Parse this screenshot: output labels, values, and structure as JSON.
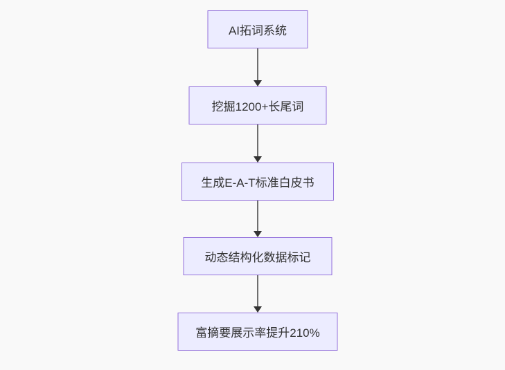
{
  "diagram": {
    "type": "flowchart",
    "direction": "top-down",
    "nodes": [
      {
        "id": "n1",
        "label": "AI拓词系统"
      },
      {
        "id": "n2",
        "label": "挖掘1200+长尾词"
      },
      {
        "id": "n3",
        "label": "生成E-A-T标准白皮书"
      },
      {
        "id": "n4",
        "label": "动态结构化数据标记"
      },
      {
        "id": "n5",
        "label": "富摘要展示率提升210%"
      }
    ],
    "edges": [
      {
        "from": "n1",
        "to": "n2"
      },
      {
        "from": "n2",
        "to": "n3"
      },
      {
        "from": "n3",
        "to": "n4"
      },
      {
        "from": "n4",
        "to": "n5"
      }
    ],
    "style": {
      "background": "#f9f9f9",
      "node_fill": "#ECECFF",
      "node_border": "#9370DB",
      "text_color": "#333333",
      "edge_line_color": "#6e6e6e",
      "arrowhead_color": "#333333"
    }
  }
}
